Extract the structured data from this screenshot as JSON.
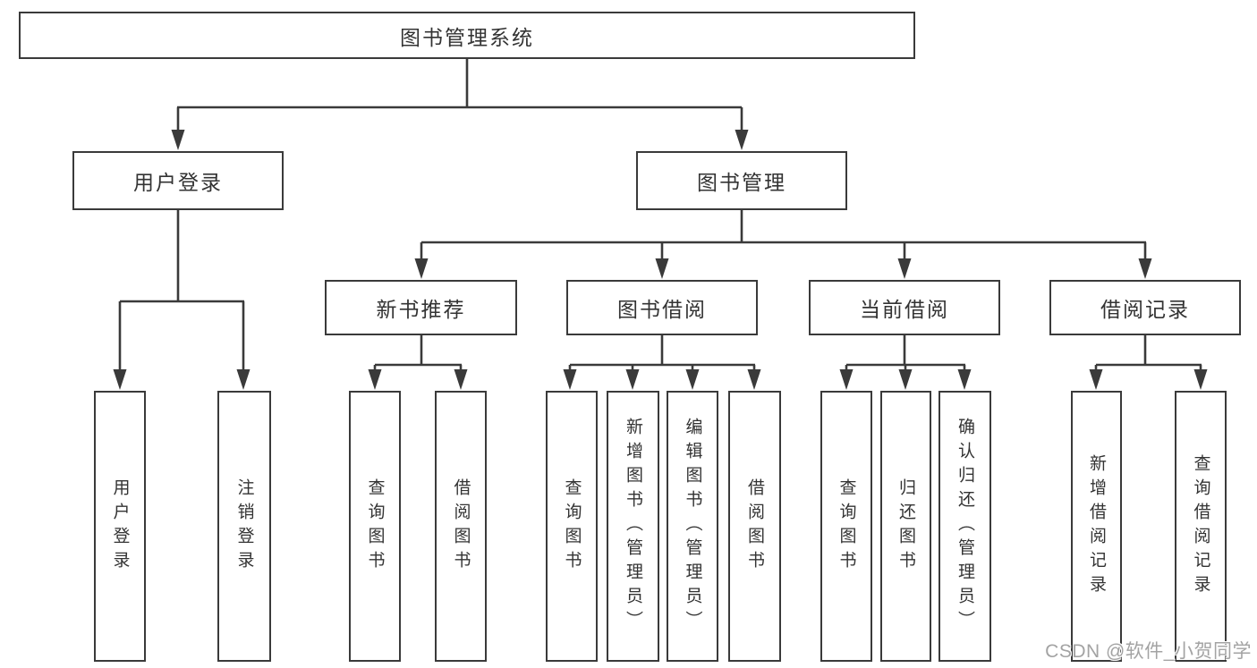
{
  "diagram": {
    "type": "tree",
    "title": "图书管理系统",
    "watermark": "CSDN @软件_小贺同学",
    "colors": {
      "line": "#3a3a3a",
      "box_border": "#3a3a3a",
      "box_fill": "#ffffff",
      "text": "#333333",
      "watermark": "#a3a3a3",
      "background": "#ffffff"
    },
    "nodes": {
      "root": "图书管理系统",
      "user_login": "用户登录",
      "book_mgmt": "图书管理",
      "new_book_rec": "新书推荐",
      "book_borrow": "图书借阅",
      "current_borrow": "当前借阅",
      "borrow_record": "借阅记录",
      "ul_user_login": "用户登录",
      "ul_logout": "注销登录",
      "nbr_query_book": "查询图书",
      "nbr_borrow_book": "借阅图书",
      "bb_query_book": "查询图书",
      "bb_add_book": "新增图书（管理员）",
      "bb_edit_book": "编辑图书（管理员）",
      "bb_borrow_book": "借阅图书",
      "cb_query_book": "查询图书",
      "cb_return_book": "归还图书",
      "cb_confirm_return": "确认归还（管理员）",
      "br_add_record": "新增借阅记录",
      "br_query_record": "查询借阅记录"
    },
    "hierarchy": {
      "图书管理系统": {
        "用户登录": [
          "用户登录",
          "注销登录"
        ],
        "图书管理": {
          "新书推荐": [
            "查询图书",
            "借阅图书"
          ],
          "图书借阅": [
            "查询图书",
            "新增图书（管理员）",
            "编辑图书（管理员）",
            "借阅图书"
          ],
          "当前借阅": [
            "查询图书",
            "归还图书",
            "确认归还（管理员）"
          ],
          "借阅记录": [
            "新增借阅记录",
            "查询借阅记录"
          ]
        }
      }
    }
  }
}
